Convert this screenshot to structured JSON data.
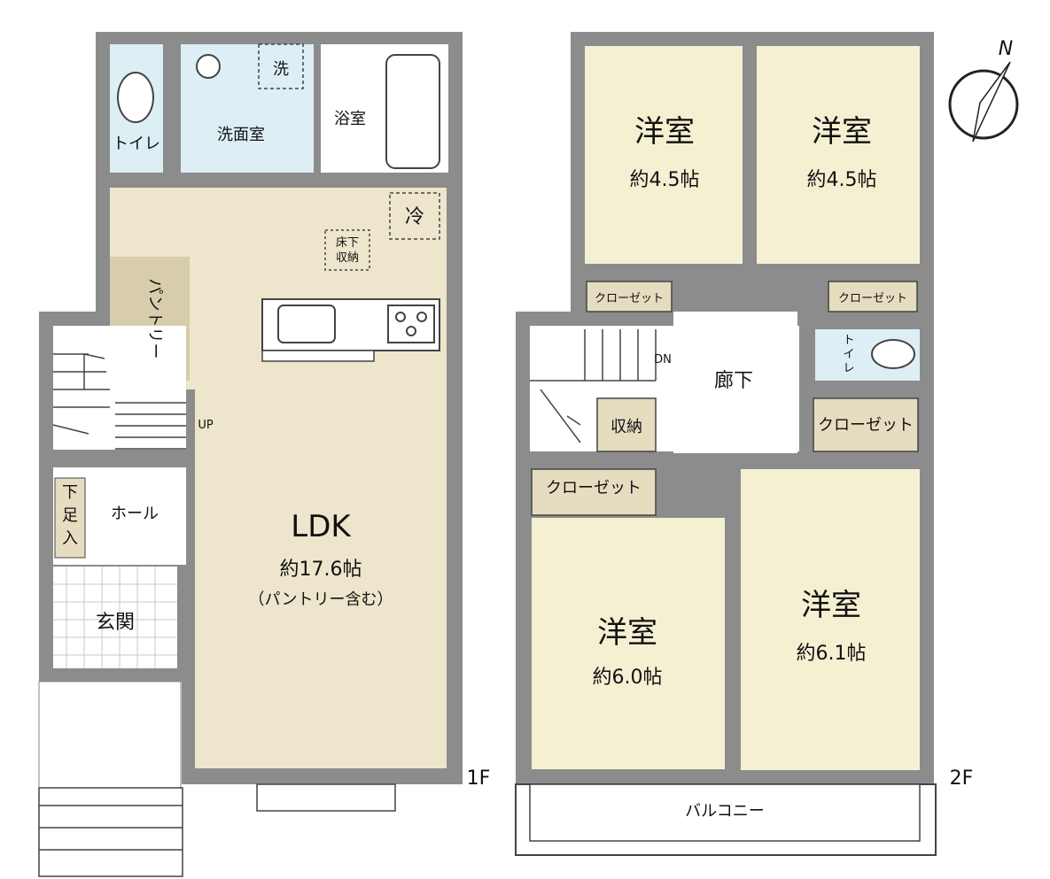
{
  "floor1": {
    "floor_label": "1F",
    "toilet": "トイレ",
    "washroom": "洗面室",
    "washer_mark": "洗",
    "bath": "浴室",
    "fridge_mark": "冷",
    "underfloor_line1": "床下",
    "underfloor_line2": "収納",
    "pantry": "パントリー",
    "stairs_up": "UP",
    "shoe_line1": "下",
    "shoe_line2": "足",
    "shoe_line3": "入",
    "hall": "ホール",
    "entrance": "玄関",
    "ldk_name": "LDK",
    "ldk_size": "約17.6帖",
    "ldk_note": "（パントリー含む）"
  },
  "floor2": {
    "floor_label": "2F",
    "room_nw_name": "洋室",
    "room_nw_size": "約4.5帖",
    "room_ne_name": "洋室",
    "room_ne_size": "約4.5帖",
    "closet_nw": "クローゼット",
    "closet_ne": "クローゼット",
    "stairs_down": "DN",
    "corridor": "廊下",
    "toilet_line1": "ト",
    "toilet_line2": "イ",
    "toilet_line3": "レ",
    "storage": "収納",
    "closet_e": "クローゼット",
    "closet_sw": "クローゼット",
    "room_sw_name": "洋室",
    "room_sw_size": "約6.0帖",
    "room_se_name": "洋室",
    "room_se_size": "約6.1帖",
    "balcony": "バルコニー"
  },
  "compass": {
    "north": "N"
  },
  "colors": {
    "wall": "#8c8c8c",
    "room": "#f5f0d2",
    "wet": "#ddeef5",
    "ldk": "#ede6cc",
    "closet": "#e6dcc0",
    "pantry": "#d7ccab"
  }
}
